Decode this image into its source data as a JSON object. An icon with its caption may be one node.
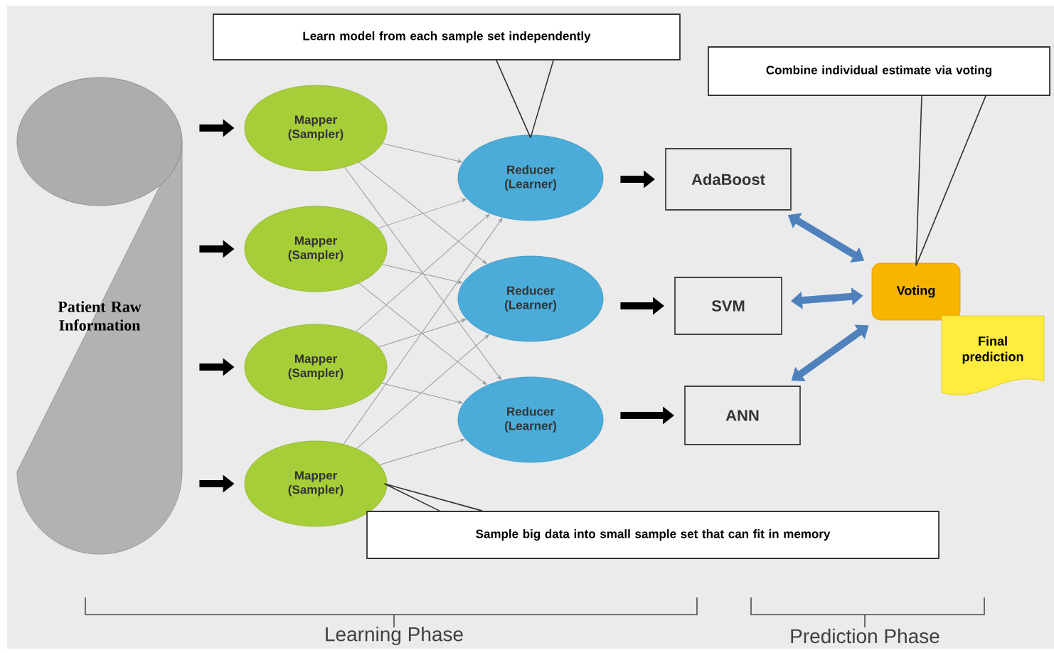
{
  "diagram": {
    "nodes": [
      {
        "text": [
          "Patient Raw Information"
        ]
      },
      {
        "text": [
          "Mapper (Sampler)"
        ]
      },
      {
        "text": [
          "Mapper (Sampler)"
        ]
      },
      {
        "text": [
          "Mapper (Sampler)"
        ]
      },
      {
        "text": [
          "Mapper (Sampler)"
        ]
      },
      {
        "text": [
          "Reducer (Learner)"
        ]
      },
      {
        "text": [
          "Reducer (Learner)"
        ]
      },
      {
        "text": [
          "Reducer (Learner)"
        ]
      },
      {
        "text": [
          "AdaBoost"
        ]
      },
      {
        "text": [
          "SVM"
        ]
      },
      {
        "text": [
          "ANN"
        ]
      },
      {
        "text": [
          "Voting"
        ]
      },
      {
        "text": [
          "Final prediction"
        ]
      },
      {
        "text": [
          "Learn model from each sample set independently"
        ]
      },
      {
        "text": [
          "Combine individual estimate via voting"
        ]
      },
      {
        "text": [
          "Sample big data into small sample set that can fit in memory"
        ]
      }
    ],
    "edges": [
      {
        "from": 0,
        "to": 1,
        "arrow": "to",
        "style": "thick",
        "color": "#000000"
      },
      {
        "from": 0,
        "to": 2,
        "arrow": "to",
        "style": "thick",
        "color": "#000000"
      },
      {
        "from": 0,
        "to": 3,
        "arrow": "to",
        "style": "thick",
        "color": "#000000"
      },
      {
        "from": 0,
        "to": 4,
        "arrow": "to",
        "style": "thick",
        "color": "#000000"
      },
      {
        "from": 1,
        "to": 5,
        "arrow": "to"
      },
      {
        "from": 1,
        "to": 6,
        "arrow": "to"
      },
      {
        "from": 1,
        "to": 7,
        "arrow": "to"
      },
      {
        "from": 2,
        "to": 5,
        "arrow": "to"
      },
      {
        "from": 2,
        "to": 6,
        "arrow": "to"
      },
      {
        "from": 2,
        "to": 7,
        "arrow": "to"
      },
      {
        "from": 3,
        "to": 5,
        "arrow": "to"
      },
      {
        "from": 3,
        "to": 6,
        "arrow": "to"
      },
      {
        "from": 3,
        "to": 7,
        "arrow": "to"
      },
      {
        "from": 4,
        "to": 5,
        "arrow": "to"
      },
      {
        "from": 4,
        "to": 6,
        "arrow": "to"
      },
      {
        "from": 4,
        "to": 7,
        "arrow": "to"
      },
      {
        "from": 5,
        "to": 8,
        "arrow": "to",
        "style": "thick",
        "color": "#000000"
      },
      {
        "from": 6,
        "to": 9,
        "arrow": "to",
        "style": "thick",
        "color": "#000000"
      },
      {
        "from": 7,
        "to": 10,
        "arrow": "to",
        "style": "thick",
        "color": "#000000"
      },
      {
        "from": 8,
        "to": 11,
        "arrow": "both",
        "style": "thick",
        "color": "#4f81bd"
      },
      {
        "from": 9,
        "to": 11,
        "arrow": "both",
        "style": "thick",
        "color": "#4f81bd"
      },
      {
        "from": 10,
        "to": 11,
        "arrow": "both",
        "style": "thick",
        "color": "#4f81bd"
      },
      {
        "from": 13,
        "to": 5,
        "arrow": "none",
        "color": "#333333"
      },
      {
        "from": 14,
        "to": 11,
        "arrow": "none",
        "color": "#333333"
      },
      {
        "from": 15,
        "to": 4,
        "arrow": "none",
        "color": "#333333"
      }
    ],
    "labels": [
      "Learning Phase",
      "Prediction Phase"
    ]
  }
}
